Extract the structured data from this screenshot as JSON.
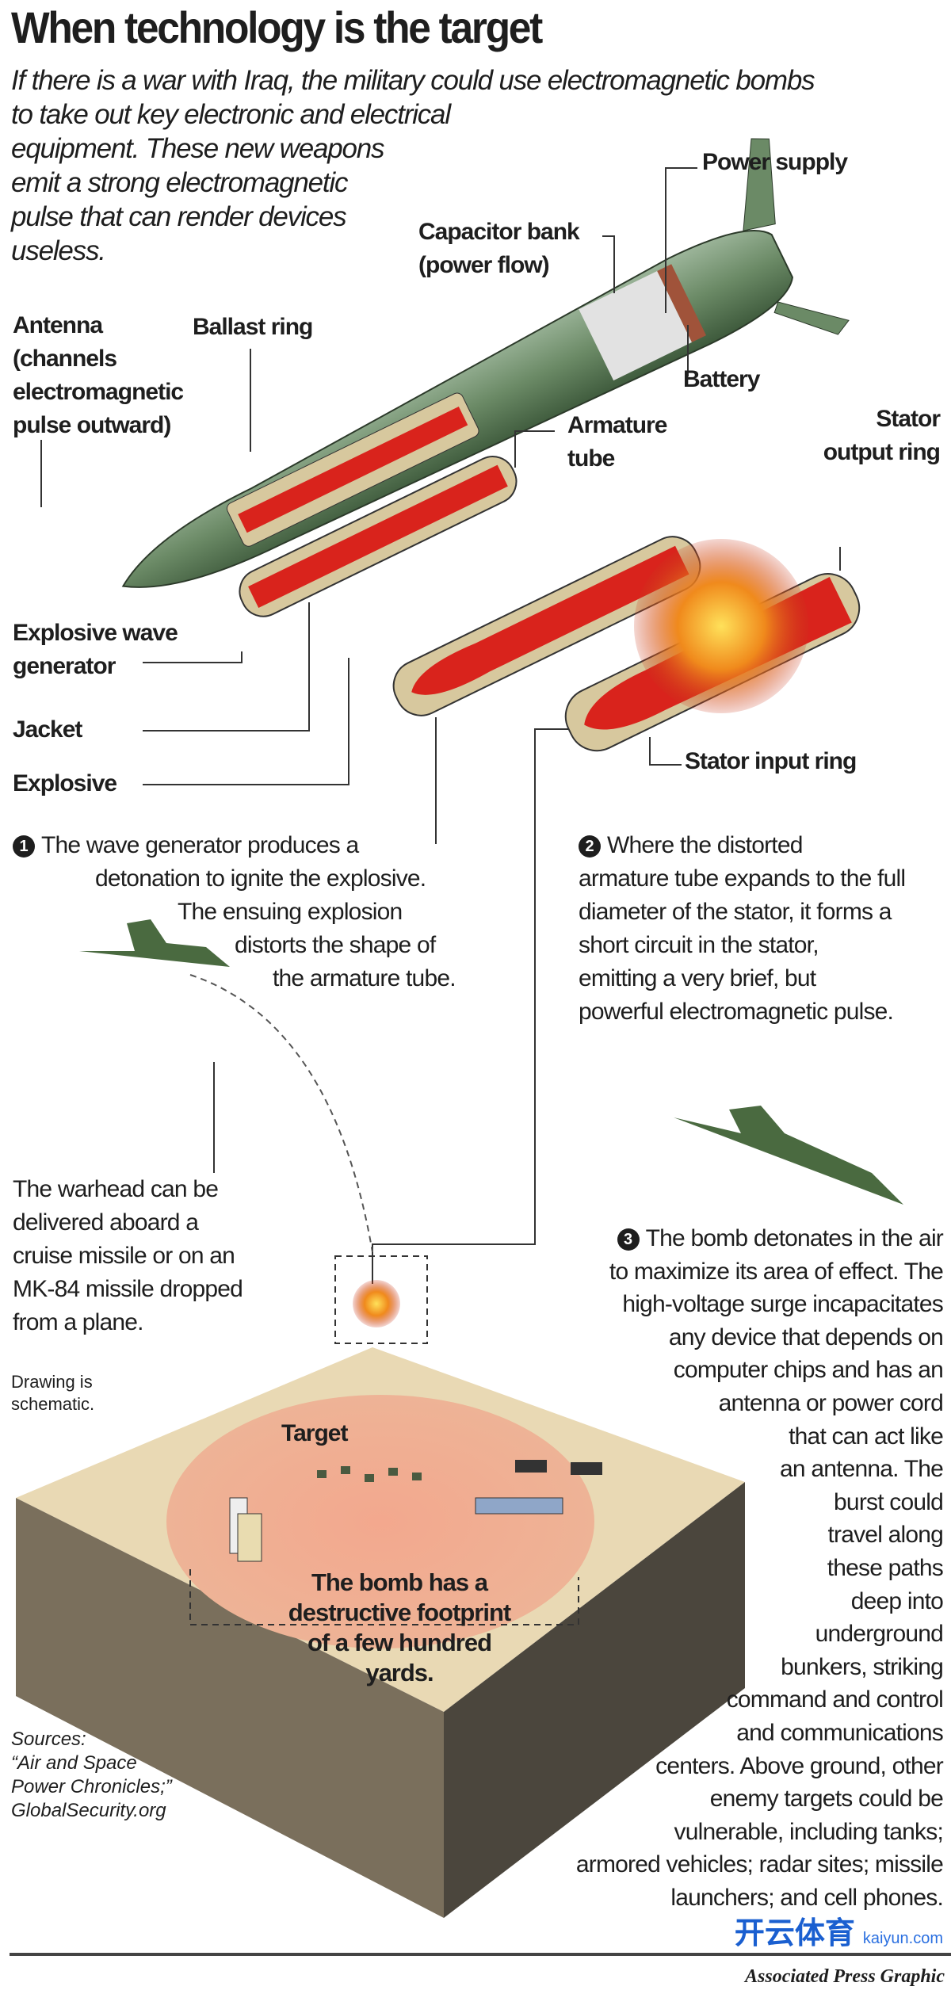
{
  "title": "When technology is the target",
  "intro": [
    "If there is a war with Iraq, the military could use electromagnetic bombs",
    "to take out key electronic and electrical",
    "equipment. These new weapons",
    "emit a strong electromagnetic",
    "pulse that can render devices",
    "useless."
  ],
  "labels": {
    "power_supply": "Power supply",
    "capacitor_bank": [
      "Capacitor bank",
      "(power flow)"
    ],
    "antenna": [
      "Antenna",
      "(channels",
      "electromagnetic",
      "pulse outward)"
    ],
    "ballast_ring": "Ballast ring",
    "battery": "Battery",
    "armature_tube": [
      "Armature",
      "tube"
    ],
    "stator_output_ring": [
      "Stator",
      "output ring"
    ],
    "explosive_wave_generator": [
      "Explosive wave",
      "generator"
    ],
    "jacket": "Jacket",
    "explosive": "Explosive",
    "stator_input_ring": "Stator input ring",
    "target": "Target"
  },
  "steps": [
    {
      "number": "1",
      "lines": [
        "The wave generator produces a",
        "detonation to ignite the explosive.",
        "The ensuing explosion",
        "distorts the shape of",
        "the armature tube."
      ]
    },
    {
      "number": "2",
      "lines": [
        "Where the distorted",
        "armature tube expands to the full",
        "diameter of the stator, it forms a",
        "short circuit in the stator,",
        "emitting a very brief, but",
        "powerful electromagnetic pulse."
      ]
    },
    {
      "number": "3",
      "lines": [
        "The bomb detonates in the air",
        "to maximize its area of effect. The",
        "high-voltage surge incapacitates",
        "any device that depends on",
        "computer chips and has an",
        "antenna or power cord",
        "that can act like",
        "an antenna. The",
        "burst could",
        "travel along",
        "these paths",
        "deep into",
        "underground",
        "bunkers, striking",
        "command and control",
        "and communications",
        "centers. Above ground, other",
        "enemy targets could be",
        "vulnerable, including tanks;",
        "armored vehicles; radar sites; missile",
        "launchers; and cell phones."
      ]
    }
  ],
  "warhead_note": [
    "The warhead can be",
    "delivered aboard a",
    "cruise missile or on an",
    "MK-84 missile dropped",
    "from a plane."
  ],
  "schematic_note": [
    "Drawing is",
    "schematic."
  ],
  "footprint": [
    "The bomb has a",
    "destructive footprint",
    "of a few hundred",
    "yards."
  ],
  "sources": [
    "Sources:",
    "“Air and Space",
    "Power Chronicles;”",
    "GlobalSecurity.org"
  ],
  "credit": "Associated Press Graphic",
  "watermark": {
    "brand": "开云体育",
    "url": "kaiyun.com"
  },
  "colors": {
    "bomb": "#6b8a66",
    "explosive": "#d9231c",
    "fire": "#f08a1c",
    "ground": "#e9d9b4",
    "footprint": "#f0a58c"
  }
}
